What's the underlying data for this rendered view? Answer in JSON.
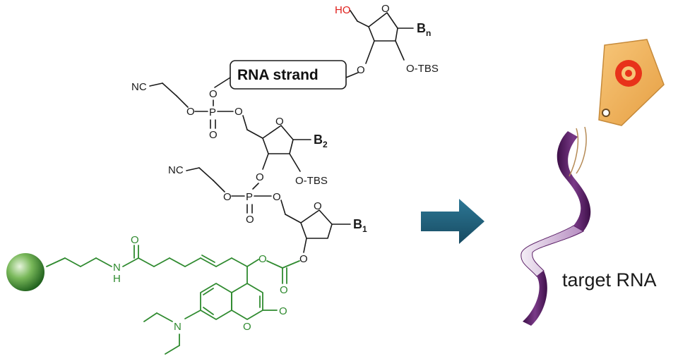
{
  "chemistry": {
    "hydroxyl": "HO",
    "tbs_1": "O-TBS",
    "tbs_2": "O-TBS",
    "cyano_1": "NC",
    "cyano_2": "NC",
    "base_n": "B",
    "base_n_sub": "n",
    "base_2": "B",
    "base_2_sub": "2",
    "base_1": "B",
    "base_1_sub": "1",
    "strand_box": "RNA strand",
    "phosphorus_1": "P",
    "phosphorus_2": "P",
    "oxygen": "O",
    "nitrogen": "N",
    "amide_h": "H"
  },
  "product": {
    "label": "target RNA"
  },
  "colors": {
    "linker_green": "#2f8a2f",
    "hydroxyl_red": "#e0201c",
    "arrow_blue": "#1f5f7a",
    "ribbon_purple": "#5a1f66",
    "tag_orange": "#f2b45a",
    "tag_target_red": "#e8321a"
  }
}
